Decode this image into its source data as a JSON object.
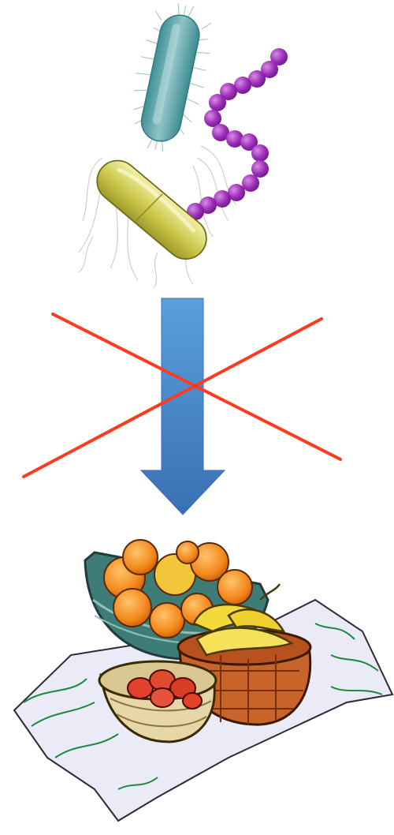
{
  "illustration": {
    "top": "bacteria",
    "middle": "downward-arrow",
    "overlay": "cross-out",
    "bottom": "fruit-basket"
  },
  "colors": {
    "background": "#ffffff",
    "rod_bacterium": "#7fb6b6",
    "capsule_bacterium": "#d7d46a",
    "cocci_chain": "#a23cc0",
    "arrow_top": "#5a9fdd",
    "arrow_bottom": "#3b70b5",
    "cross": "#ff3b1f",
    "orange": "#f28a1c",
    "banana": "#f3d93a",
    "basket": "#c96a2e",
    "bowl": "#4f8f86",
    "cloth": "#e8e8f5",
    "cloth_pattern": "#1c8a3c"
  }
}
